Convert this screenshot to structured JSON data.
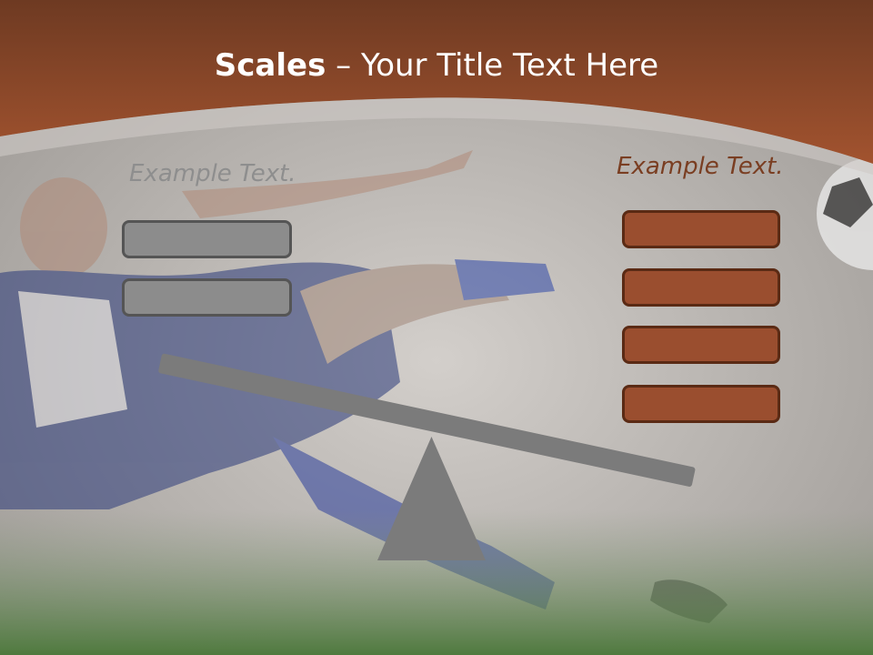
{
  "slide": {
    "title_bold": "Scales",
    "title_rest": " – Your Title Text Here",
    "left_label": "Example Text.",
    "right_label": "Example Text."
  },
  "colors": {
    "header_brown": "#8b4a2c",
    "box_gray": "#8c8c8c",
    "box_brown": "#9a4e2f",
    "beam": "#7b7b7b"
  },
  "icons": {
    "background": "soccer-player-photo",
    "ball": "soccer-ball-icon",
    "fulcrum": "triangle-icon"
  }
}
